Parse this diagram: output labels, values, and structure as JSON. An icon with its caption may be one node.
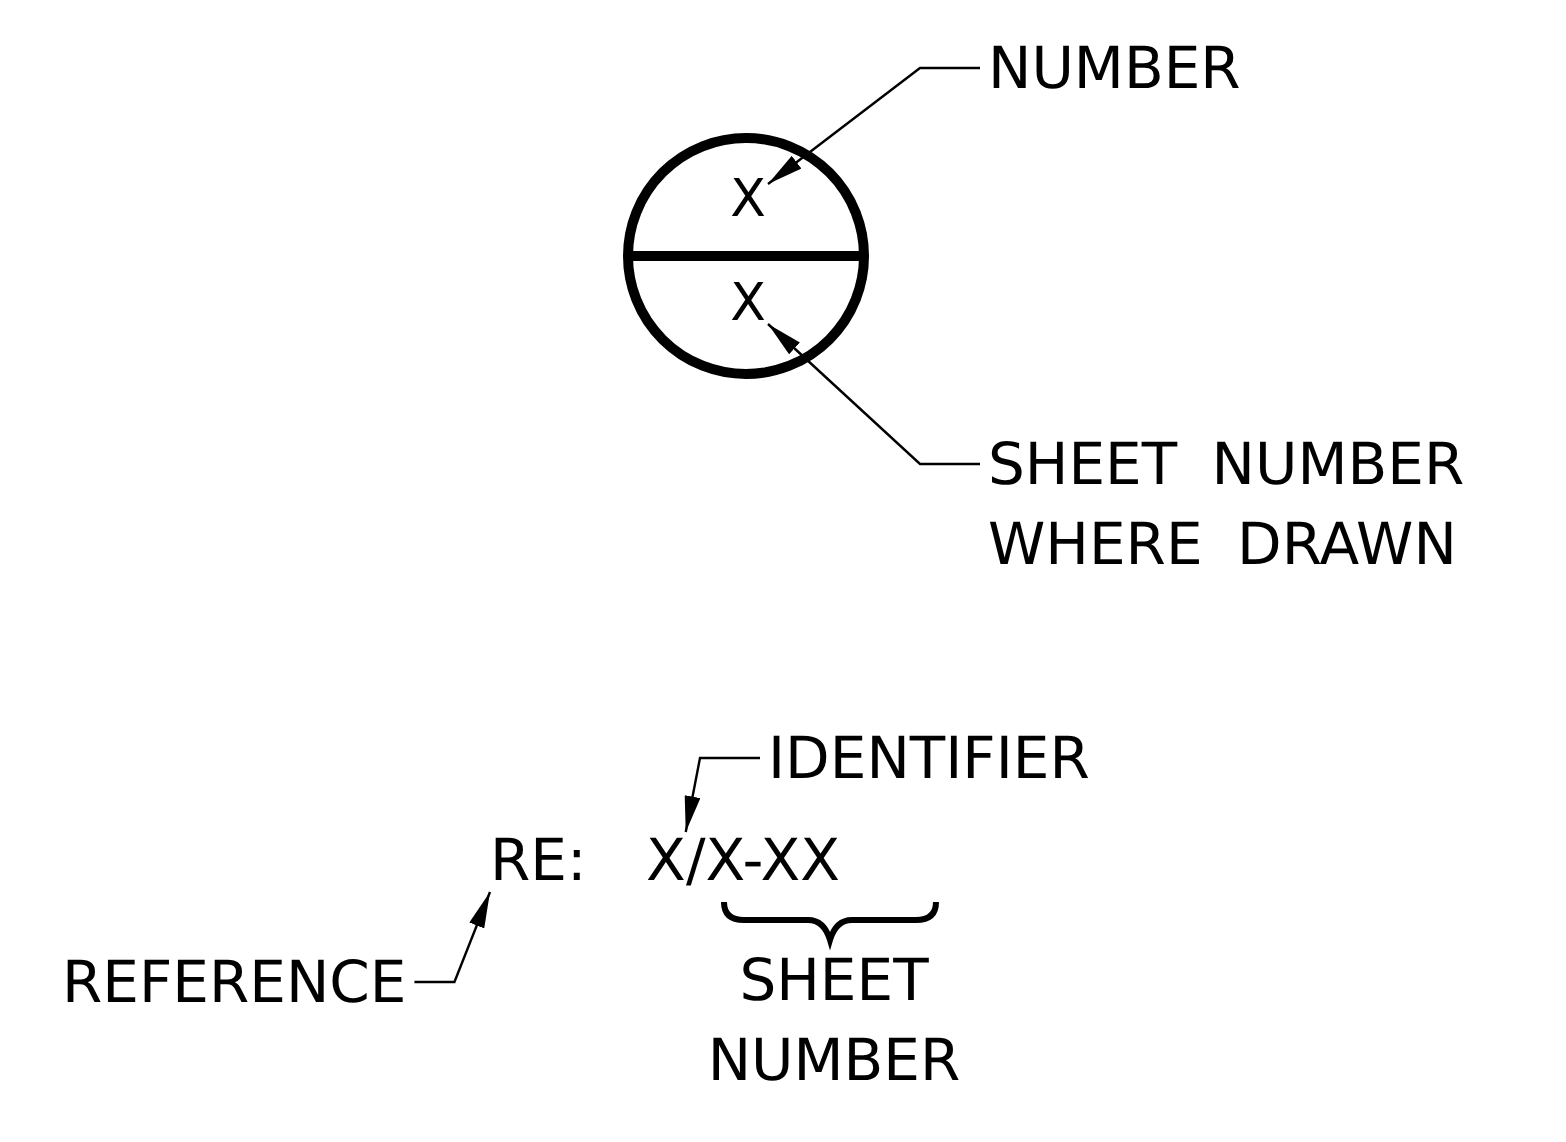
{
  "diagram": {
    "nodes": [
      {
        "text": [],
        "shape": "circle"
      },
      {
        "text": [
          "X"
        ],
        "in": 0
      },
      {
        "text": [
          "X"
        ],
        "in": 0
      },
      {
        "text": [
          "NUMBER"
        ]
      },
      {
        "text": [
          "SHEET NUMBER WHERE DRAWN"
        ]
      },
      {
        "text": [
          "RE:"
        ]
      },
      {
        "text": [
          "X"
        ]
      },
      {
        "text": [
          "IDENTIFIER"
        ]
      },
      {
        "text": [
          "REFERENCE"
        ]
      }
    ],
    "edges": [
      {
        "from": 3,
        "to": 1,
        "arrow": "to"
      },
      {
        "from": 4,
        "to": 2,
        "arrow": "to"
      },
      {
        "from": 7,
        "to": 6,
        "arrow": "to"
      },
      {
        "from": 8,
        "to": 5,
        "arrow": "to"
      }
    ],
    "labels": [
      "/X-XX",
      "SHEET NUMBER"
    ]
  }
}
